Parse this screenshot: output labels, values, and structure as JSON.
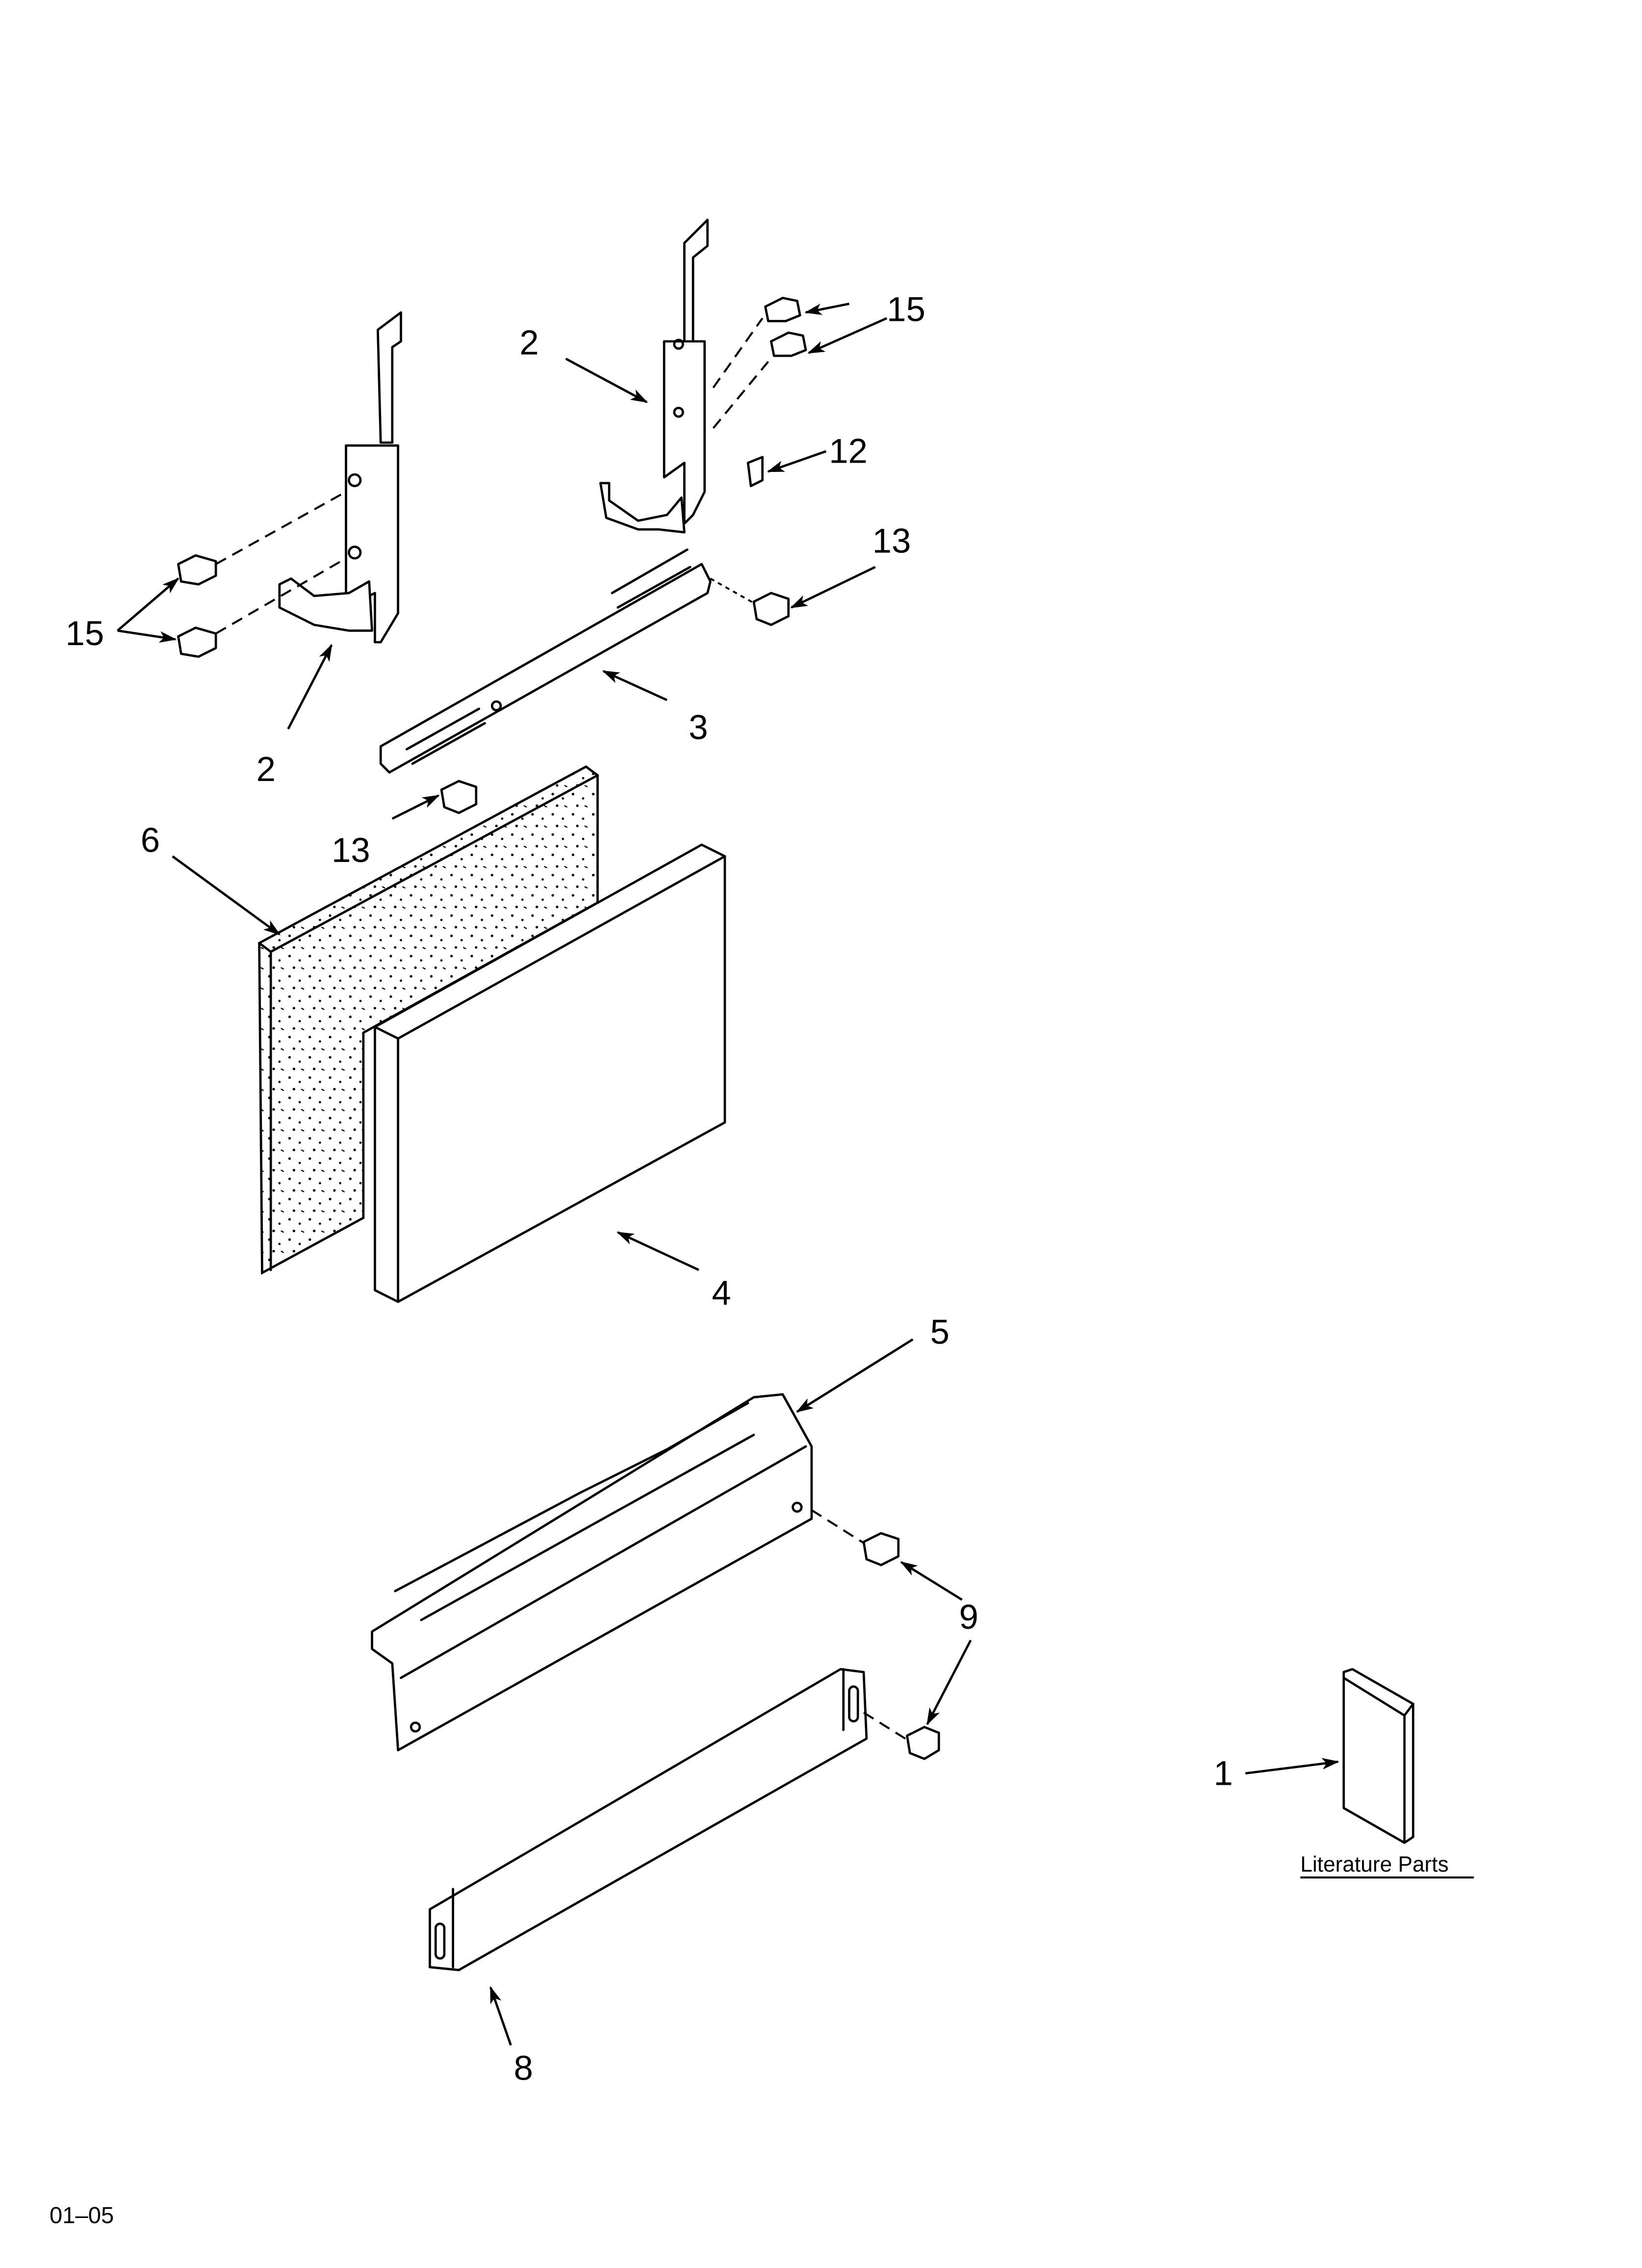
{
  "diagram": {
    "type": "exploded-parts-diagram",
    "callouts": [
      {
        "id": "c1",
        "label": "1",
        "part": "literature-parts"
      },
      {
        "id": "c2a",
        "label": "2",
        "part": "left-hinge-bracket"
      },
      {
        "id": "c2b",
        "label": "2",
        "part": "right-hinge-bracket"
      },
      {
        "id": "c3",
        "label": "3",
        "part": "door-brace"
      },
      {
        "id": "c4",
        "label": "4",
        "part": "door-panel"
      },
      {
        "id": "c5",
        "label": "5",
        "part": "toe-panel-bracket"
      },
      {
        "id": "c6",
        "label": "6",
        "part": "insulation"
      },
      {
        "id": "c8",
        "label": "8",
        "part": "toe-plate"
      },
      {
        "id": "c9",
        "label": "9",
        "part": "clip"
      },
      {
        "id": "c12",
        "label": "12",
        "part": "screws-lower"
      },
      {
        "id": "c13a",
        "label": "13",
        "part": "screw-brace-right"
      },
      {
        "id": "c13b",
        "label": "13",
        "part": "screw-brace-left"
      },
      {
        "id": "c15a",
        "label": "15",
        "part": "screws-right-hinge"
      },
      {
        "id": "c15b",
        "label": "15",
        "part": "screws-left-hinge"
      }
    ],
    "literature_caption": "Literature Parts",
    "page_code": "01–05"
  }
}
